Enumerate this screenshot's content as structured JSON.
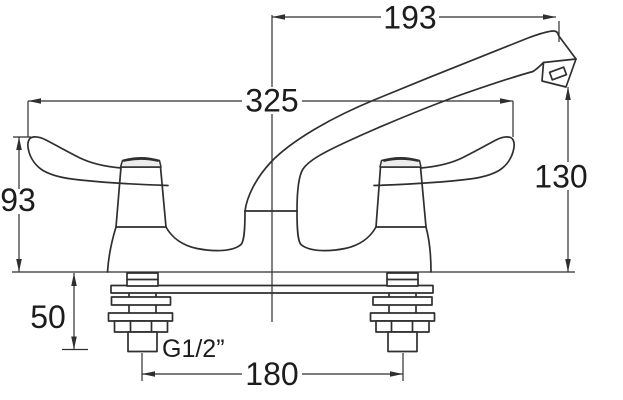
{
  "drawing": {
    "type": "technical-dimension-drawing",
    "subject": "dual lever deck-mounted sink tap, front elevation",
    "colors": {
      "line": "#2f2f2f",
      "background": "#ffffff",
      "text": "#1c1c1c"
    },
    "dimensions": {
      "spout_reach": {
        "label": "193"
      },
      "overall_width": {
        "label": "325"
      },
      "spout_height": {
        "label": "130"
      },
      "handle_height": {
        "label": "93"
      },
      "deck_depth": {
        "label": "50"
      },
      "hole_centres": {
        "label": "180"
      },
      "thread": {
        "label": "G1/2”"
      }
    }
  }
}
